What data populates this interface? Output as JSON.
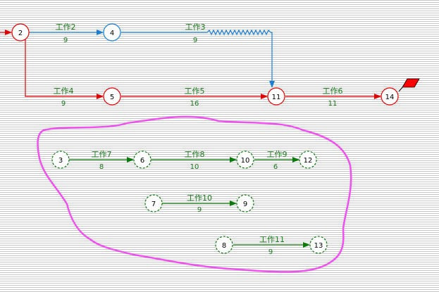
{
  "colors": {
    "critical": "#e30000",
    "normal": "#1a7fd0",
    "group": "#0a7a0a",
    "lasso": "#f050f0",
    "label": "#1a7a1a"
  },
  "nodes": [
    {
      "id": "n2",
      "label": "2"
    },
    {
      "id": "n4",
      "label": "4"
    },
    {
      "id": "n5",
      "label": "5"
    },
    {
      "id": "n11",
      "label": "11"
    },
    {
      "id": "n14",
      "label": "14"
    },
    {
      "id": "n3",
      "label": "3"
    },
    {
      "id": "n6",
      "label": "6"
    },
    {
      "id": "n10",
      "label": "10"
    },
    {
      "id": "n12",
      "label": "12"
    },
    {
      "id": "n7",
      "label": "7"
    },
    {
      "id": "n9",
      "label": "9"
    },
    {
      "id": "n8",
      "label": "8"
    },
    {
      "id": "n13",
      "label": "13"
    }
  ],
  "tasks": [
    {
      "id": "t2",
      "name": "工作2",
      "duration": "9"
    },
    {
      "id": "t3",
      "name": "工作3",
      "duration": "9"
    },
    {
      "id": "t4",
      "name": "工作4",
      "duration": "9"
    },
    {
      "id": "t5",
      "name": "工作5",
      "duration": "16"
    },
    {
      "id": "t6",
      "name": "工作6",
      "duration": "11"
    },
    {
      "id": "t7",
      "name": "工作7",
      "duration": "8"
    },
    {
      "id": "t8",
      "name": "工作8",
      "duration": "10"
    },
    {
      "id": "t9",
      "name": "工作9",
      "duration": "6"
    },
    {
      "id": "t10",
      "name": "工作10",
      "duration": "9"
    },
    {
      "id": "t11",
      "name": "工作11",
      "duration": "9"
    }
  ]
}
